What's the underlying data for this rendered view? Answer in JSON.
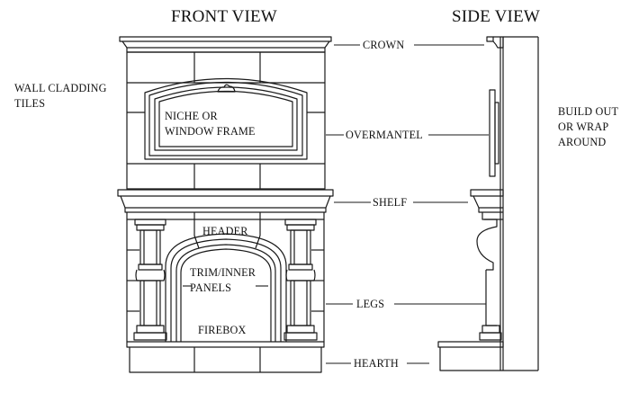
{
  "titles": {
    "front": "FRONT VIEW",
    "side": "SIDE VIEW"
  },
  "labels": {
    "wall_cladding": [
      "WALL CLADDING",
      "TILES"
    ],
    "niche": [
      "NICHE OR",
      "WINDOW FRAME"
    ],
    "crown": "CROWN",
    "overmantel": "OVERMANTEL",
    "build_out": [
      "BUILD OUT",
      "OR WRAP",
      "AROUND"
    ],
    "shelf": "SHELF",
    "header": "HEADER",
    "trim": [
      "TRIM/INNER",
      "PANELS"
    ],
    "legs": "LEGS",
    "firebox": "FIREBOX",
    "hearth": "HEARTH"
  },
  "colors": {
    "line": "#1a1a1a",
    "background": "#ffffff"
  }
}
